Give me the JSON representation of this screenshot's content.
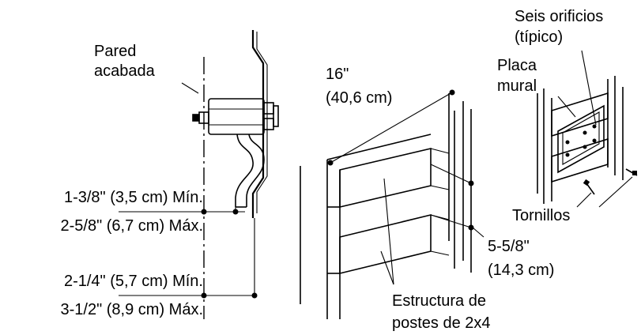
{
  "labels": {
    "finished_wall": [
      "Pared",
      "acabada"
    ],
    "min_small": "1-3/8\" (3,5 cm) Mín.",
    "max_small": "2-5/8\" (6,7 cm) Máx.",
    "min_large": "2-1/4\" (5,7 cm) Mín.",
    "max_large": "3-1/2\" (8,9 cm) Máx.",
    "stud_spacing": [
      "16\"",
      "(40,6 cm)"
    ],
    "stud_depth": [
      "5-5/8\"",
      "(14,3 cm)"
    ],
    "frame": [
      "Estructura de",
      "postes de 2x4"
    ],
    "holes": [
      "Seis orificios",
      "(típico)"
    ],
    "plate": [
      "Placa",
      "mural"
    ],
    "screws": "Tornillos"
  }
}
